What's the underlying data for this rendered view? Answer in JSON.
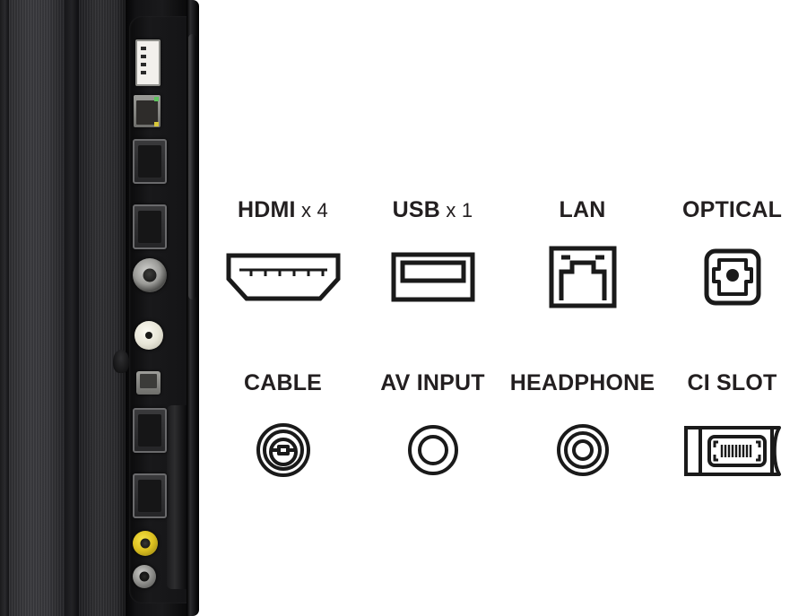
{
  "product_photo": {
    "alt": "TV side panel connector photo",
    "connectors": [
      {
        "name": "usb-port",
        "color": "#f2f0ec"
      },
      {
        "name": "lan-port",
        "color": "#6e6e6b",
        "led_green": "#5ec45e",
        "led_yellow": "#d8c73a"
      },
      {
        "name": "hdmi-port-1",
        "color": "#3a3a3c"
      },
      {
        "name": "hdmi-port-2",
        "color": "#3a3a3c"
      },
      {
        "name": "coax-connector",
        "color": "#9a9a97"
      },
      {
        "name": "antenna-port",
        "color": "#e8e6d8"
      },
      {
        "name": "optical-port",
        "color": "#9e9e9a"
      },
      {
        "name": "hdmi-port-3",
        "color": "#3a3a3c"
      },
      {
        "name": "hdmi-port-4",
        "color": "#3a3a3c"
      },
      {
        "name": "av-rca-jack",
        "color": "#dcc020"
      },
      {
        "name": "headphone-jack",
        "color": "#8d8d8a"
      }
    ]
  },
  "theme": {
    "background": "#ffffff",
    "label_color": "#231f20",
    "icon_stroke": "#1a1a1a"
  },
  "spec_rows": [
    {
      "cells": [
        {
          "label": "HDMI",
          "multiplier": "x 4",
          "icon": "hdmi-icon"
        },
        {
          "label": "USB",
          "multiplier": "x 1",
          "icon": "usb-icon"
        },
        {
          "label": "LAN",
          "multiplier": "",
          "icon": "lan-icon"
        },
        {
          "label": "OPTICAL",
          "multiplier": "",
          "icon": "optical-icon"
        }
      ]
    },
    {
      "cells": [
        {
          "label": "CABLE",
          "multiplier": "",
          "icon": "cable-icon"
        },
        {
          "label": "AV INPUT",
          "multiplier": "",
          "icon": "av-input-icon"
        },
        {
          "label": "HEADPHONE",
          "multiplier": "",
          "icon": "headphone-icon"
        },
        {
          "label": "CI SLOT",
          "multiplier": "",
          "icon": "ci-slot-icon"
        }
      ]
    }
  ]
}
